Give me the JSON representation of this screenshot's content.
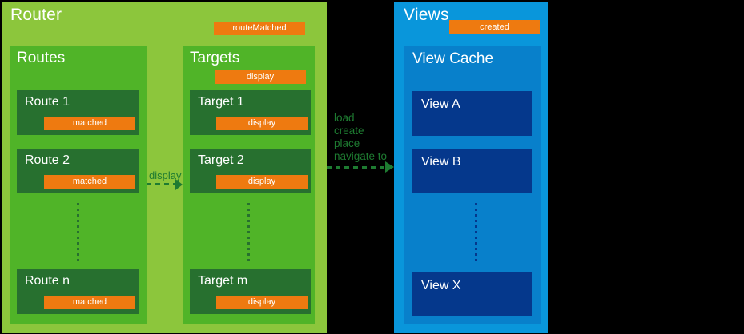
{
  "colors": {
    "background": "#000000",
    "router_bg": "#8CC63C",
    "group_bg": "#50B428",
    "route_item_bg": "#27702F",
    "badge_bg": "#EE7A10",
    "views_bg": "#0996DB",
    "view_cache_bg": "#0880CB",
    "view_item_bg": "#05388C",
    "arrow_green": "#1E7B31",
    "text": "#FFFFFF"
  },
  "router": {
    "title": "Router",
    "event_badge": "routeMatched",
    "routes": {
      "title": "Routes",
      "items": [
        {
          "label": "Route 1",
          "badge": "matched"
        },
        {
          "label": "Route 2",
          "badge": "matched"
        },
        {
          "label": "Route n",
          "badge": "matched"
        }
      ]
    },
    "targets": {
      "title": "Targets",
      "event_badge": "display",
      "items": [
        {
          "label": "Target 1",
          "badge": "display"
        },
        {
          "label": "Target 2",
          "badge": "display"
        },
        {
          "label": "Target m",
          "badge": "display"
        }
      ]
    }
  },
  "views": {
    "title": "Views",
    "event_badge": "created",
    "cache": {
      "title": "View Cache",
      "items": [
        {
          "label": "View A"
        },
        {
          "label": "View B"
        },
        {
          "label": "View X"
        }
      ]
    }
  },
  "arrows": {
    "display": {
      "label": "display"
    },
    "navigate": {
      "lines": [
        "load",
        "create",
        "place",
        "navigate to"
      ]
    }
  }
}
